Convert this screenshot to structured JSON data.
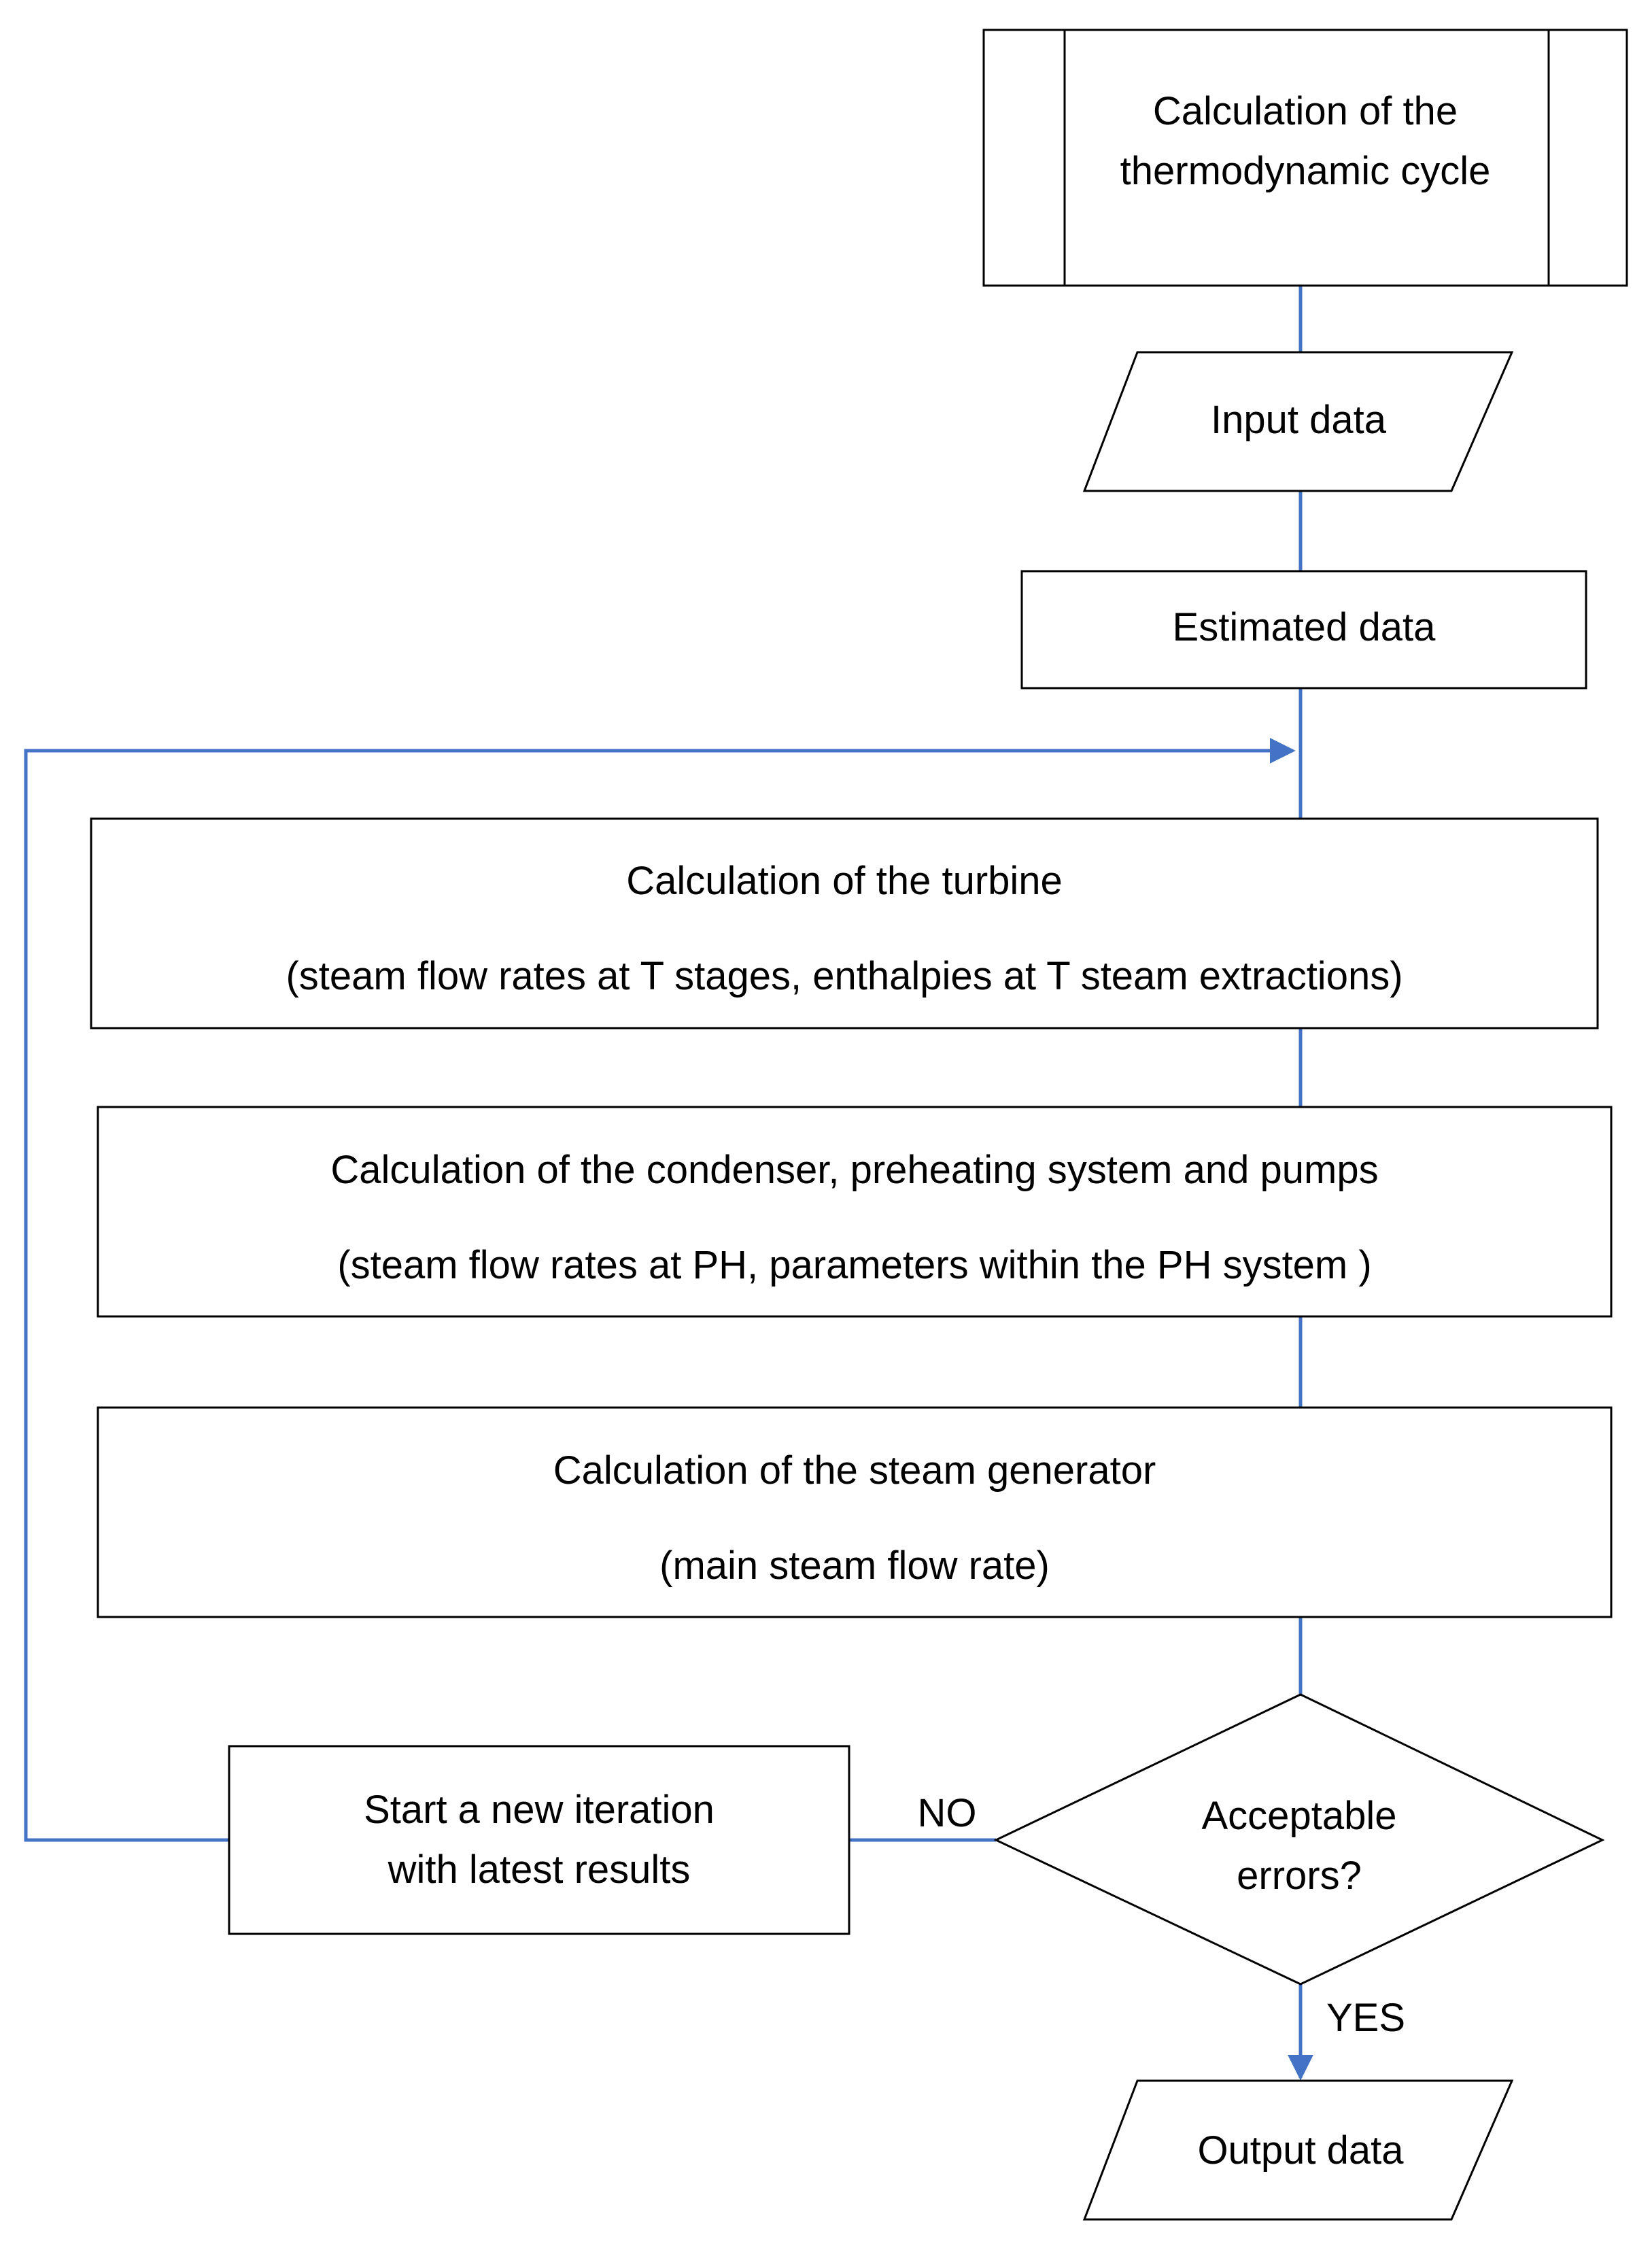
{
  "colors": {
    "connector": "#4472C4",
    "shape_stroke": "#000000",
    "text": "#000000"
  },
  "nodes": {
    "subprocess": {
      "line1": "Calculation of the",
      "line2": "thermodynamic cycle"
    },
    "input": {
      "label": "Input data"
    },
    "estimated": {
      "label": "Estimated data"
    },
    "turbine": {
      "title": "Calculation of the turbine",
      "detail": "(steam flow rates at T stages, enthalpies at T steam extractions)"
    },
    "condenser": {
      "title": "Calculation of the condenser, preheating system and pumps",
      "detail": "(steam flow rates at PH, parameters within the PH system )"
    },
    "steam_generator": {
      "title": "Calculation of the steam generator",
      "detail": "(main steam flow rate)"
    },
    "decision": {
      "line1": "Acceptable",
      "line2": "errors?"
    },
    "iteration": {
      "line1": "Start a new iteration",
      "line2": "with latest results"
    },
    "output": {
      "label": "Output data"
    }
  },
  "edges": {
    "no_label": "NO",
    "yes_label": "YES"
  }
}
